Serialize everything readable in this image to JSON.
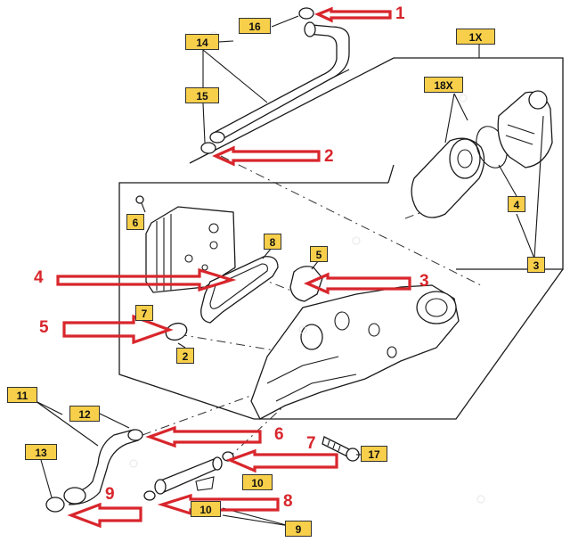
{
  "diagram": {
    "callouts": [
      {
        "id": "c16",
        "label": "16"
      },
      {
        "id": "c14",
        "label": "14"
      },
      {
        "id": "c15",
        "label": "15"
      },
      {
        "id": "c1x",
        "label": "1X"
      },
      {
        "id": "c18x",
        "label": "18X"
      },
      {
        "id": "c6",
        "label": "6"
      },
      {
        "id": "c8",
        "label": "8"
      },
      {
        "id": "c5",
        "label": "5"
      },
      {
        "id": "c4",
        "label": "4"
      },
      {
        "id": "c3",
        "label": "3"
      },
      {
        "id": "c7",
        "label": "7"
      },
      {
        "id": "c2",
        "label": "2"
      },
      {
        "id": "c11",
        "label": "11"
      },
      {
        "id": "c12",
        "label": "12"
      },
      {
        "id": "c13",
        "label": "13"
      },
      {
        "id": "c17",
        "label": "17"
      },
      {
        "id": "c10a",
        "label": "10"
      },
      {
        "id": "c10b",
        "label": "10"
      },
      {
        "id": "c9",
        "label": "9"
      }
    ],
    "markers": [
      {
        "id": "m1",
        "label": "1"
      },
      {
        "id": "m2",
        "label": "2"
      },
      {
        "id": "m3",
        "label": "3"
      },
      {
        "id": "m4",
        "label": "4"
      },
      {
        "id": "m5",
        "label": "5"
      },
      {
        "id": "m6",
        "label": "6"
      },
      {
        "id": "m7",
        "label": "7"
      },
      {
        "id": "m8",
        "label": "8"
      },
      {
        "id": "m9",
        "label": "9"
      }
    ],
    "colors": {
      "callout_fill": "#f7cf4a",
      "marker_red": "#d8262c",
      "line": "#1a1a1a"
    }
  }
}
